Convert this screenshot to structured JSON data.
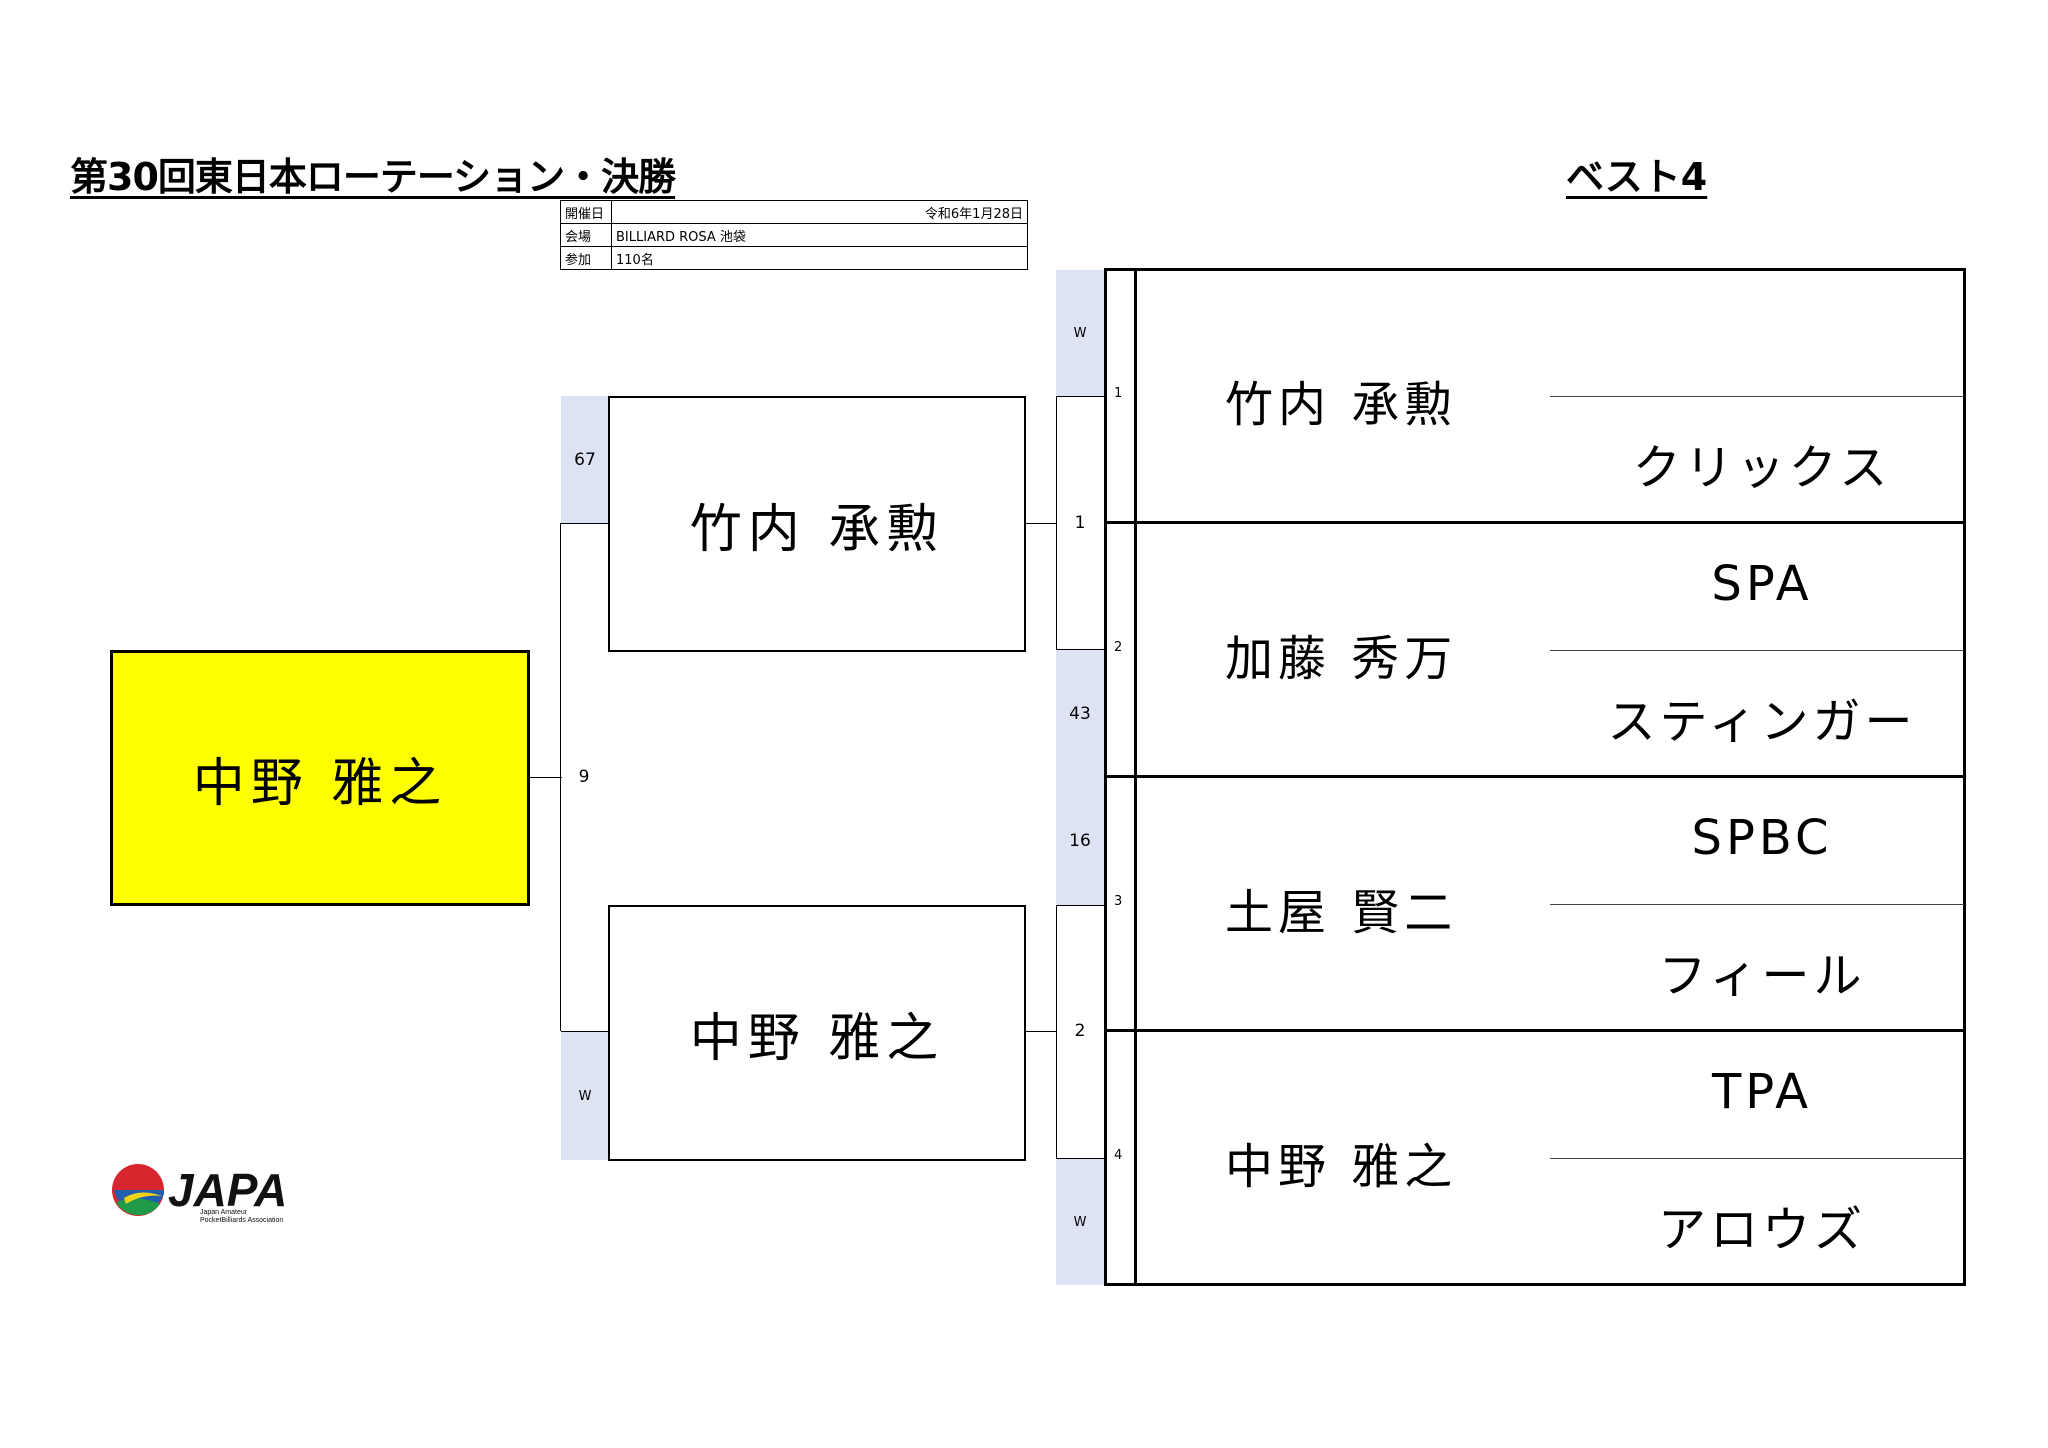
{
  "header": {
    "title": "第30回東日本ローテーション・決勝",
    "best4": "ベスト4"
  },
  "info": {
    "date_label": "開催日",
    "date_value": "令和6年1月28日",
    "venue_label": "会場",
    "venue_value": "BILLIARD ROSA 池袋",
    "participants_label": "参加",
    "participants_value": "110名"
  },
  "champion": {
    "name": "中野 雅之",
    "score": "9"
  },
  "final": {
    "top": {
      "name": "竹内 承勲",
      "score": "67"
    },
    "bottom": {
      "name": "中野 雅之",
      "score": "W"
    }
  },
  "semifinals": {
    "top": {
      "seed": "1",
      "score_a": "W",
      "score_b": ""
    },
    "mid_a": "43",
    "mid_b": "16",
    "bottom": {
      "seed": "2",
      "score_b": "W"
    }
  },
  "best4_list": [
    {
      "no": "1",
      "name": "竹内 承勲",
      "team": "クリックス",
      "team_top": ""
    },
    {
      "no": "2",
      "name": "加藤 秀万",
      "team_top": "SPA",
      "team": "スティンガー"
    },
    {
      "no": "3",
      "name": "土屋 賢二",
      "team_top": "SPBC",
      "team": "フィール"
    },
    {
      "no": "4",
      "name": "中野 雅之",
      "team_top": "TPA",
      "team": "アロウズ"
    }
  ],
  "logo": {
    "name": "JAPA",
    "sub1": "Japan Amateur",
    "sub2": "PocketBilliards Association"
  }
}
